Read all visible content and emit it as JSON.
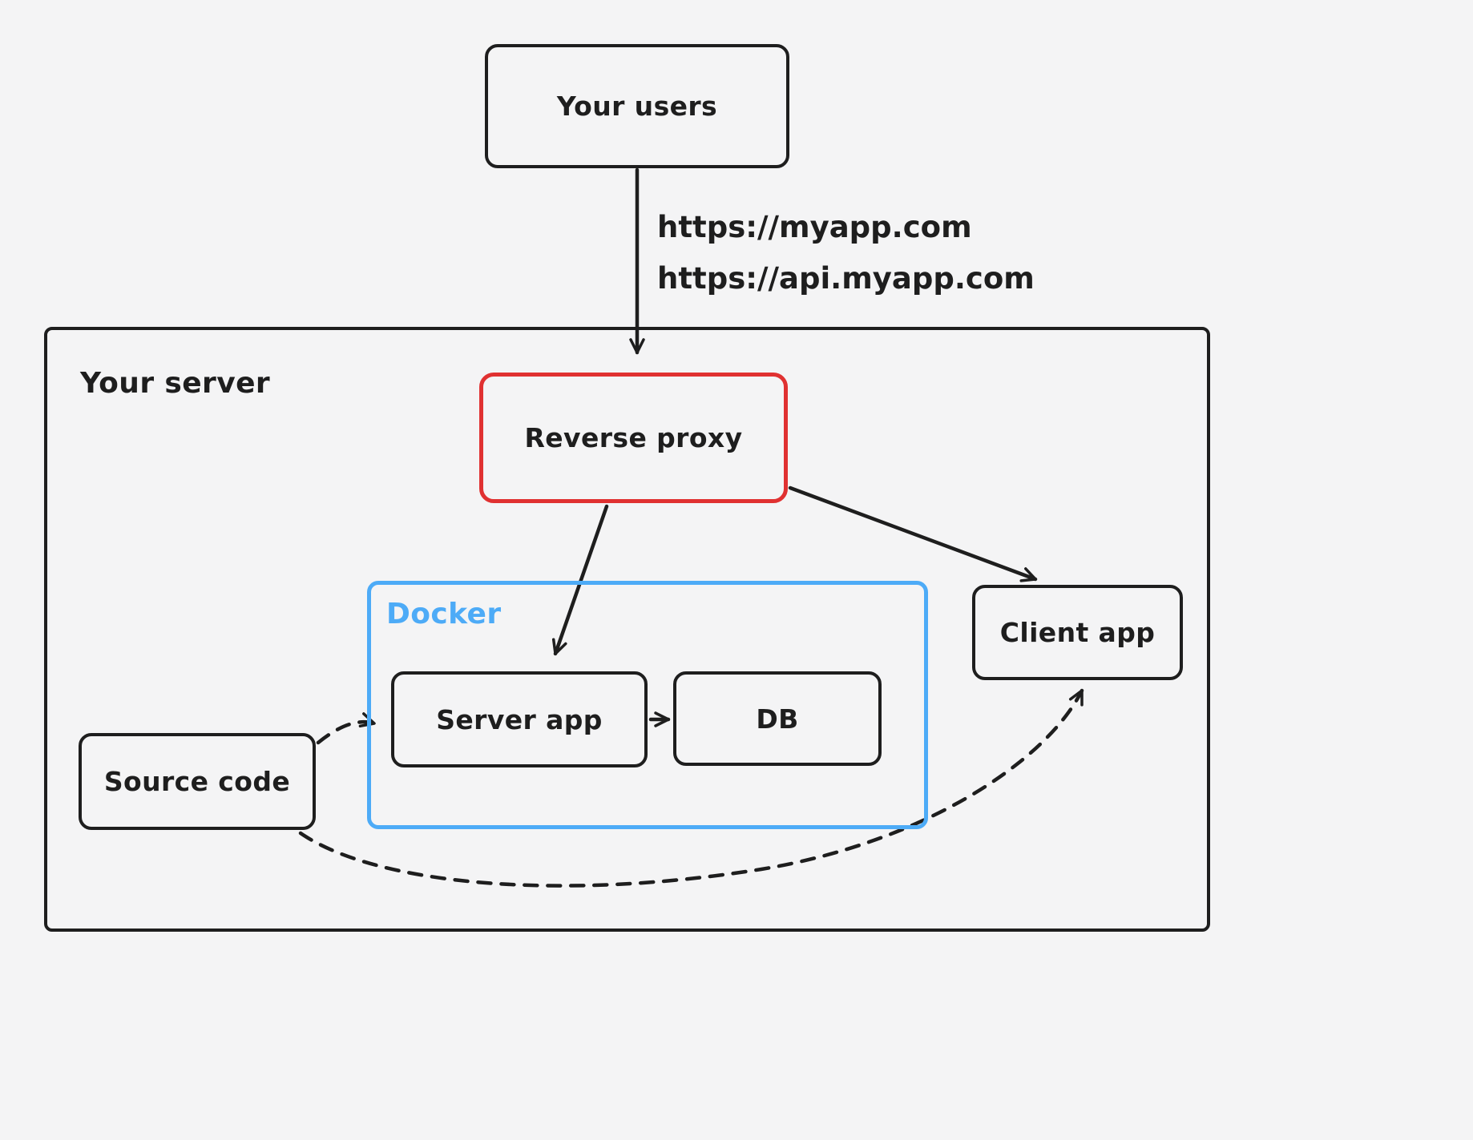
{
  "colors": {
    "ink": "#1e1e1e",
    "reverse_proxy_border": "#e03131",
    "docker_border": "#4dabf7",
    "background": "#f4f4f5"
  },
  "nodes": {
    "users": {
      "label": "Your users"
    },
    "server": {
      "label": "Your server"
    },
    "reverse_proxy": {
      "label": "Reverse proxy"
    },
    "docker": {
      "label": "Docker"
    },
    "server_app": {
      "label": "Server app"
    },
    "db": {
      "label": "DB"
    },
    "client_app": {
      "label": "Client app"
    },
    "source_code": {
      "label": "Source code"
    }
  },
  "edges": {
    "users_to_reverse_proxy": {
      "style": "solid",
      "labels": [
        "https://myapp.com",
        "https://api.myapp.com"
      ]
    },
    "reverse_proxy_to_server_app": {
      "style": "solid"
    },
    "reverse_proxy_to_client_app": {
      "style": "solid"
    },
    "server_app_to_db": {
      "style": "solid"
    },
    "source_code_to_server_app": {
      "style": "dashed"
    },
    "source_code_to_client_app": {
      "style": "dashed"
    }
  }
}
